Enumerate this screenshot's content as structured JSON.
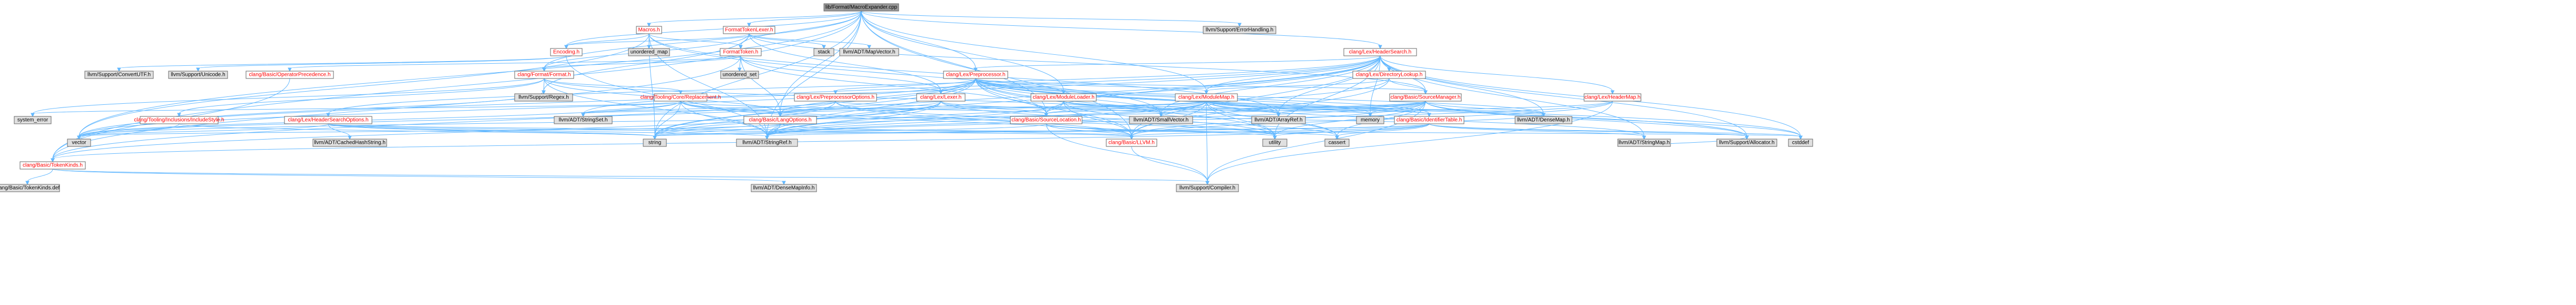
{
  "colors": {
    "root_fill": "#999999",
    "internal_fill": "#ffffff",
    "external_fill": "#e0e0e0",
    "internal_text": "#ff0000",
    "external_text": "#000000",
    "root_text": "#000000",
    "edge": "#63b8ff",
    "border": "#666666"
  },
  "nodes": [
    {
      "id": "root",
      "label": "lib/Format/MacroExpander.cpp",
      "kind": "root"
    },
    {
      "id": "macros",
      "label": "Macros.h",
      "kind": "internal"
    },
    {
      "id": "ftl",
      "label": "FormatTokenLexer.h",
      "kind": "internal"
    },
    {
      "id": "errh",
      "label": "llvm/Support/ErrorHandling.h",
      "kind": "external"
    },
    {
      "id": "hs",
      "label": "clang/Lex/HeaderSearch.h",
      "kind": "internal"
    },
    {
      "id": "enc",
      "label": "Encoding.h",
      "kind": "internal"
    },
    {
      "id": "umap",
      "label": "unordered_map",
      "kind": "external"
    },
    {
      "id": "ft",
      "label": "FormatToken.h",
      "kind": "internal"
    },
    {
      "id": "stack",
      "label": "stack",
      "kind": "external"
    },
    {
      "id": "mapv",
      "label": "llvm/ADT/MapVector.h",
      "kind": "external"
    },
    {
      "id": "cvutf",
      "label": "llvm/Support/ConvertUTF.h",
      "kind": "external"
    },
    {
      "id": "unic",
      "label": "llvm/Support/Unicode.h",
      "kind": "external"
    },
    {
      "id": "opp",
      "label": "clang/Basic/OperatorPrecedence.h",
      "kind": "internal"
    },
    {
      "id": "fmt",
      "label": "clang/Format/Format.h",
      "kind": "internal"
    },
    {
      "id": "uset",
      "label": "unordered_set",
      "kind": "external"
    },
    {
      "id": "pp",
      "label": "clang/Lex/Preprocessor.h",
      "kind": "internal"
    },
    {
      "id": "dirl",
      "label": "clang/Lex/DirectoryLookup.h",
      "kind": "internal"
    },
    {
      "id": "regex",
      "label": "llvm/Support/Regex.h",
      "kind": "external"
    },
    {
      "id": "repl",
      "label": "clang/Tooling/Core/Replacement.h",
      "kind": "internal"
    },
    {
      "id": "ppo",
      "label": "clang/Lex/PreprocessorOptions.h",
      "kind": "internal"
    },
    {
      "id": "lexer",
      "label": "clang/Lex/Lexer.h",
      "kind": "internal"
    },
    {
      "id": "ml",
      "label": "clang/Lex/ModuleLoader.h",
      "kind": "internal"
    },
    {
      "id": "mm",
      "label": "clang/Lex/ModuleMap.h",
      "kind": "internal"
    },
    {
      "id": "sm",
      "label": "clang/Basic/SourceManager.h",
      "kind": "internal"
    },
    {
      "id": "hmap",
      "label": "clang/Lex/HeaderMap.h",
      "kind": "internal"
    },
    {
      "id": "syserr",
      "label": "system_error",
      "kind": "external"
    },
    {
      "id": "incstyle",
      "label": "clang/Tooling/Inclusions/IncludeStyle.h",
      "kind": "internal"
    },
    {
      "id": "hso",
      "label": "clang/Lex/HeaderSearchOptions.h",
      "kind": "internal"
    },
    {
      "id": "strset",
      "label": "llvm/ADT/StringSet.h",
      "kind": "external"
    },
    {
      "id": "langopts",
      "label": "clang/Basic/LangOptions.h",
      "kind": "internal"
    },
    {
      "id": "srcloc",
      "label": "clang/Basic/SourceLocation.h",
      "kind": "internal"
    },
    {
      "id": "smallvec",
      "label": "llvm/ADT/SmallVector.h",
      "kind": "external"
    },
    {
      "id": "arrref",
      "label": "llvm/ADT/ArrayRef.h",
      "kind": "external"
    },
    {
      "id": "memory",
      "label": "memory",
      "kind": "external"
    },
    {
      "id": "idt",
      "label": "clang/Basic/IdentifierTable.h",
      "kind": "internal"
    },
    {
      "id": "densemap",
      "label": "llvm/ADT/DenseMap.h",
      "kind": "external"
    },
    {
      "id": "vector",
      "label": "vector",
      "kind": "external"
    },
    {
      "id": "chs",
      "label": "llvm/ADT/CachedHashString.h",
      "kind": "external"
    },
    {
      "id": "string",
      "label": "string",
      "kind": "external"
    },
    {
      "id": "strref",
      "label": "llvm/ADT/StringRef.h",
      "kind": "external"
    },
    {
      "id": "cassert",
      "label": "cassert",
      "kind": "external"
    },
    {
      "id": "utility",
      "label": "utility",
      "kind": "external"
    },
    {
      "id": "llvmh",
      "label": "clang/Basic/LLVM.h",
      "kind": "internal"
    },
    {
      "id": "strmap",
      "label": "llvm/ADT/StringMap.h",
      "kind": "external"
    },
    {
      "id": "alloc",
      "label": "llvm/Support/Allocator.h",
      "kind": "external"
    },
    {
      "id": "cstddef",
      "label": "cstddef",
      "kind": "external"
    },
    {
      "id": "tk",
      "label": "clang/Basic/TokenKinds.h",
      "kind": "internal"
    },
    {
      "id": "tkdef",
      "label": "clang/Basic/TokenKinds.def",
      "kind": "external"
    },
    {
      "id": "dmi",
      "label": "llvm/ADT/DenseMapInfo.h",
      "kind": "external"
    },
    {
      "id": "compiler",
      "label": "llvm/Support/Compiler.h",
      "kind": "external"
    }
  ],
  "edges": [
    [
      "root",
      "macros"
    ],
    [
      "root",
      "ftl"
    ],
    [
      "root",
      "errh"
    ],
    [
      "root",
      "hs"
    ],
    [
      "root",
      "enc"
    ],
    [
      "root",
      "ft"
    ],
    [
      "root",
      "fmt"
    ],
    [
      "root",
      "pp"
    ],
    [
      "root",
      "tk"
    ],
    [
      "root",
      "vector"
    ],
    [
      "root",
      "string"
    ],
    [
      "root",
      "strref"
    ],
    [
      "root",
      "llvmh"
    ],
    [
      "root",
      "srcloc"
    ],
    [
      "root",
      "langopts"
    ],
    [
      "root",
      "ml"
    ],
    [
      "root",
      "mm"
    ],
    [
      "macros",
      "enc"
    ],
    [
      "macros",
      "umap"
    ],
    [
      "macros",
      "ft"
    ],
    [
      "macros",
      "string"
    ],
    [
      "macros",
      "vector"
    ],
    [
      "macros",
      "strref"
    ],
    [
      "macros",
      "smallvec"
    ],
    [
      "macros",
      "arrref"
    ],
    [
      "ftl",
      "enc"
    ],
    [
      "ftl",
      "ft"
    ],
    [
      "ftl",
      "stack"
    ],
    [
      "ftl",
      "mapv"
    ],
    [
      "ftl",
      "fmt"
    ],
    [
      "ftl",
      "lexer"
    ],
    [
      "ftl",
      "sm"
    ],
    [
      "ftl",
      "regex"
    ],
    [
      "enc",
      "cvutf"
    ],
    [
      "enc",
      "unic"
    ],
    [
      "enc",
      "strref"
    ],
    [
      "ft",
      "opp"
    ],
    [
      "ft",
      "tk"
    ],
    [
      "ft",
      "fmt"
    ],
    [
      "ft",
      "uset"
    ],
    [
      "ft",
      "lexer"
    ],
    [
      "ft",
      "srcloc"
    ],
    [
      "ft",
      "langopts"
    ],
    [
      "opp",
      "tk"
    ],
    [
      "fmt",
      "langopts"
    ],
    [
      "fmt",
      "repl"
    ],
    [
      "fmt",
      "incstyle"
    ],
    [
      "fmt",
      "regex"
    ],
    [
      "fmt",
      "syserr"
    ],
    [
      "fmt",
      "smallvec"
    ],
    [
      "fmt",
      "strref"
    ],
    [
      "repl",
      "langopts"
    ],
    [
      "repl",
      "srcloc"
    ],
    [
      "repl",
      "strset"
    ],
    [
      "repl",
      "strref"
    ],
    [
      "repl",
      "llvmh"
    ],
    [
      "repl",
      "string"
    ],
    [
      "repl",
      "vector"
    ],
    [
      "repl",
      "syserr"
    ],
    [
      "repl",
      "utility"
    ],
    [
      "repl",
      "set"
    ],
    [
      "incstyle",
      "regex"
    ],
    [
      "incstyle",
      "string"
    ],
    [
      "incstyle",
      "vector"
    ],
    [
      "hs",
      "dirl"
    ],
    [
      "hs",
      "hmap"
    ],
    [
      "hs",
      "mm"
    ],
    [
      "hs",
      "hso"
    ],
    [
      "hs",
      "srcloc"
    ],
    [
      "hs",
      "sm"
    ],
    [
      "hs",
      "llvmh"
    ],
    [
      "hs",
      "arrref"
    ],
    [
      "hs",
      "densemap"
    ],
    [
      "hs",
      "smallvec"
    ],
    [
      "hs",
      "strmap"
    ],
    [
      "hs",
      "strset"
    ],
    [
      "hs",
      "strref"
    ],
    [
      "hs",
      "alloc"
    ],
    [
      "hs",
      "cstddef"
    ],
    [
      "hs",
      "memory"
    ],
    [
      "hs",
      "string"
    ],
    [
      "hs",
      "utility"
    ],
    [
      "hs",
      "vector"
    ],
    [
      "hs",
      "pp"
    ],
    [
      "dirl",
      "llvmh"
    ],
    [
      "dirl",
      "sm"
    ],
    [
      "dirl",
      "mm"
    ],
    [
      "dirl",
      "strref"
    ],
    [
      "hmap",
      "llvmh"
    ],
    [
      "hmap",
      "strref"
    ],
    [
      "hmap",
      "memory"
    ],
    [
      "hmap",
      "compiler"
    ],
    [
      "hso",
      "llvmh"
    ],
    [
      "hso",
      "chs"
    ],
    [
      "hso",
      "strref"
    ],
    [
      "hso",
      "string"
    ],
    [
      "hso",
      "vector"
    ],
    [
      "hso",
      "cstddef"
    ],
    [
      "pp",
      "idt"
    ],
    [
      "pp",
      "langopts"
    ],
    [
      "pp",
      "llvmh"
    ],
    [
      "pp",
      "mm"
    ],
    [
      "pp",
      "ml"
    ],
    [
      "pp",
      "lexer"
    ],
    [
      "pp",
      "ppo"
    ],
    [
      "pp",
      "sm"
    ],
    [
      "pp",
      "srcloc"
    ],
    [
      "pp",
      "tk"
    ],
    [
      "pp",
      "arrref"
    ],
    [
      "pp",
      "densemap"
    ],
    [
      "pp",
      "smallvec"
    ],
    [
      "pp",
      "strref"
    ],
    [
      "pp",
      "alloc"
    ],
    [
      "pp",
      "cassert"
    ],
    [
      "pp",
      "cstddef"
    ],
    [
      "pp",
      "memory"
    ],
    [
      "pp",
      "string"
    ],
    [
      "pp",
      "utility"
    ],
    [
      "pp",
      "vector"
    ],
    [
      "ppo",
      "llvmh"
    ],
    [
      "ppo",
      "strset"
    ],
    [
      "ppo",
      "functional"
    ],
    [
      "ppo",
      "memory"
    ],
    [
      "ppo",
      "string"
    ],
    [
      "ppo",
      "utility"
    ],
    [
      "ppo",
      "vector"
    ],
    [
      "lexer",
      "langopts"
    ],
    [
      "lexer",
      "srcloc"
    ],
    [
      "lexer",
      "tk"
    ],
    [
      "lexer",
      "smallvec"
    ],
    [
      "lexer",
      "strref"
    ],
    [
      "lexer",
      "cassert"
    ],
    [
      "lexer",
      "cstdint"
    ],
    [
      "lexer",
      "string"
    ],
    [
      "ml",
      "llvmh"
    ],
    [
      "ml",
      "idt"
    ],
    [
      "ml",
      "srcloc"
    ],
    [
      "ml",
      "arrref"
    ],
    [
      "ml",
      "strref"
    ],
    [
      "ml",
      "utility"
    ],
    [
      "mm",
      "idt"
    ],
    [
      "mm",
      "langopts"
    ],
    [
      "mm",
      "srcloc"
    ],
    [
      "mm",
      "arrref"
    ],
    [
      "mm",
      "densemap"
    ],
    [
      "mm",
      "smallvec"
    ],
    [
      "mm",
      "strmap"
    ],
    [
      "mm",
      "strref"
    ],
    [
      "mm",
      "strset"
    ],
    [
      "mm",
      "llvmh"
    ],
    [
      "mm",
      "memory"
    ],
    [
      "mm",
      "string"
    ],
    [
      "mm",
      "utility"
    ],
    [
      "mm",
      "cassert"
    ],
    [
      "mm",
      "compiler"
    ],
    [
      "sm",
      "llvmh"
    ],
    [
      "sm",
      "srcloc"
    ],
    [
      "sm",
      "arrref"
    ],
    [
      "sm",
      "densemap"
    ],
    [
      "sm",
      "smallvec"
    ],
    [
      "sm",
      "strref"
    ],
    [
      "sm",
      "alloc"
    ],
    [
      "sm",
      "compiler"
    ],
    [
      "sm",
      "cassert"
    ],
    [
      "sm",
      "cstddef"
    ],
    [
      "sm",
      "memory"
    ],
    [
      "sm",
      "utility"
    ],
    [
      "sm",
      "vector"
    ],
    [
      "langopts",
      "llvmh"
    ],
    [
      "langopts",
      "strref"
    ],
    [
      "langopts",
      "string"
    ],
    [
      "langopts",
      "vector"
    ],
    [
      "srcloc",
      "llvmh"
    ],
    [
      "srcloc",
      "compiler"
    ],
    [
      "srcloc",
      "cassert"
    ],
    [
      "srcloc",
      "string"
    ],
    [
      "srcloc",
      "utility"
    ],
    [
      "idt",
      "llvmh"
    ],
    [
      "idt",
      "tk"
    ],
    [
      "idt",
      "densemap"
    ],
    [
      "idt",
      "smallvec"
    ],
    [
      "idt",
      "strmap"
    ],
    [
      "idt",
      "strref"
    ],
    [
      "idt",
      "alloc"
    ],
    [
      "idt",
      "cassert"
    ],
    [
      "idt",
      "cstddef"
    ],
    [
      "idt",
      "string"
    ],
    [
      "idt",
      "utility"
    ],
    [
      "tk",
      "tkdef"
    ],
    [
      "tk",
      "dmi"
    ],
    [
      "tk",
      "compiler"
    ],
    [
      "llvmh",
      "compiler"
    ],
    [
      "strmap",
      "alloc"
    ]
  ]
}
